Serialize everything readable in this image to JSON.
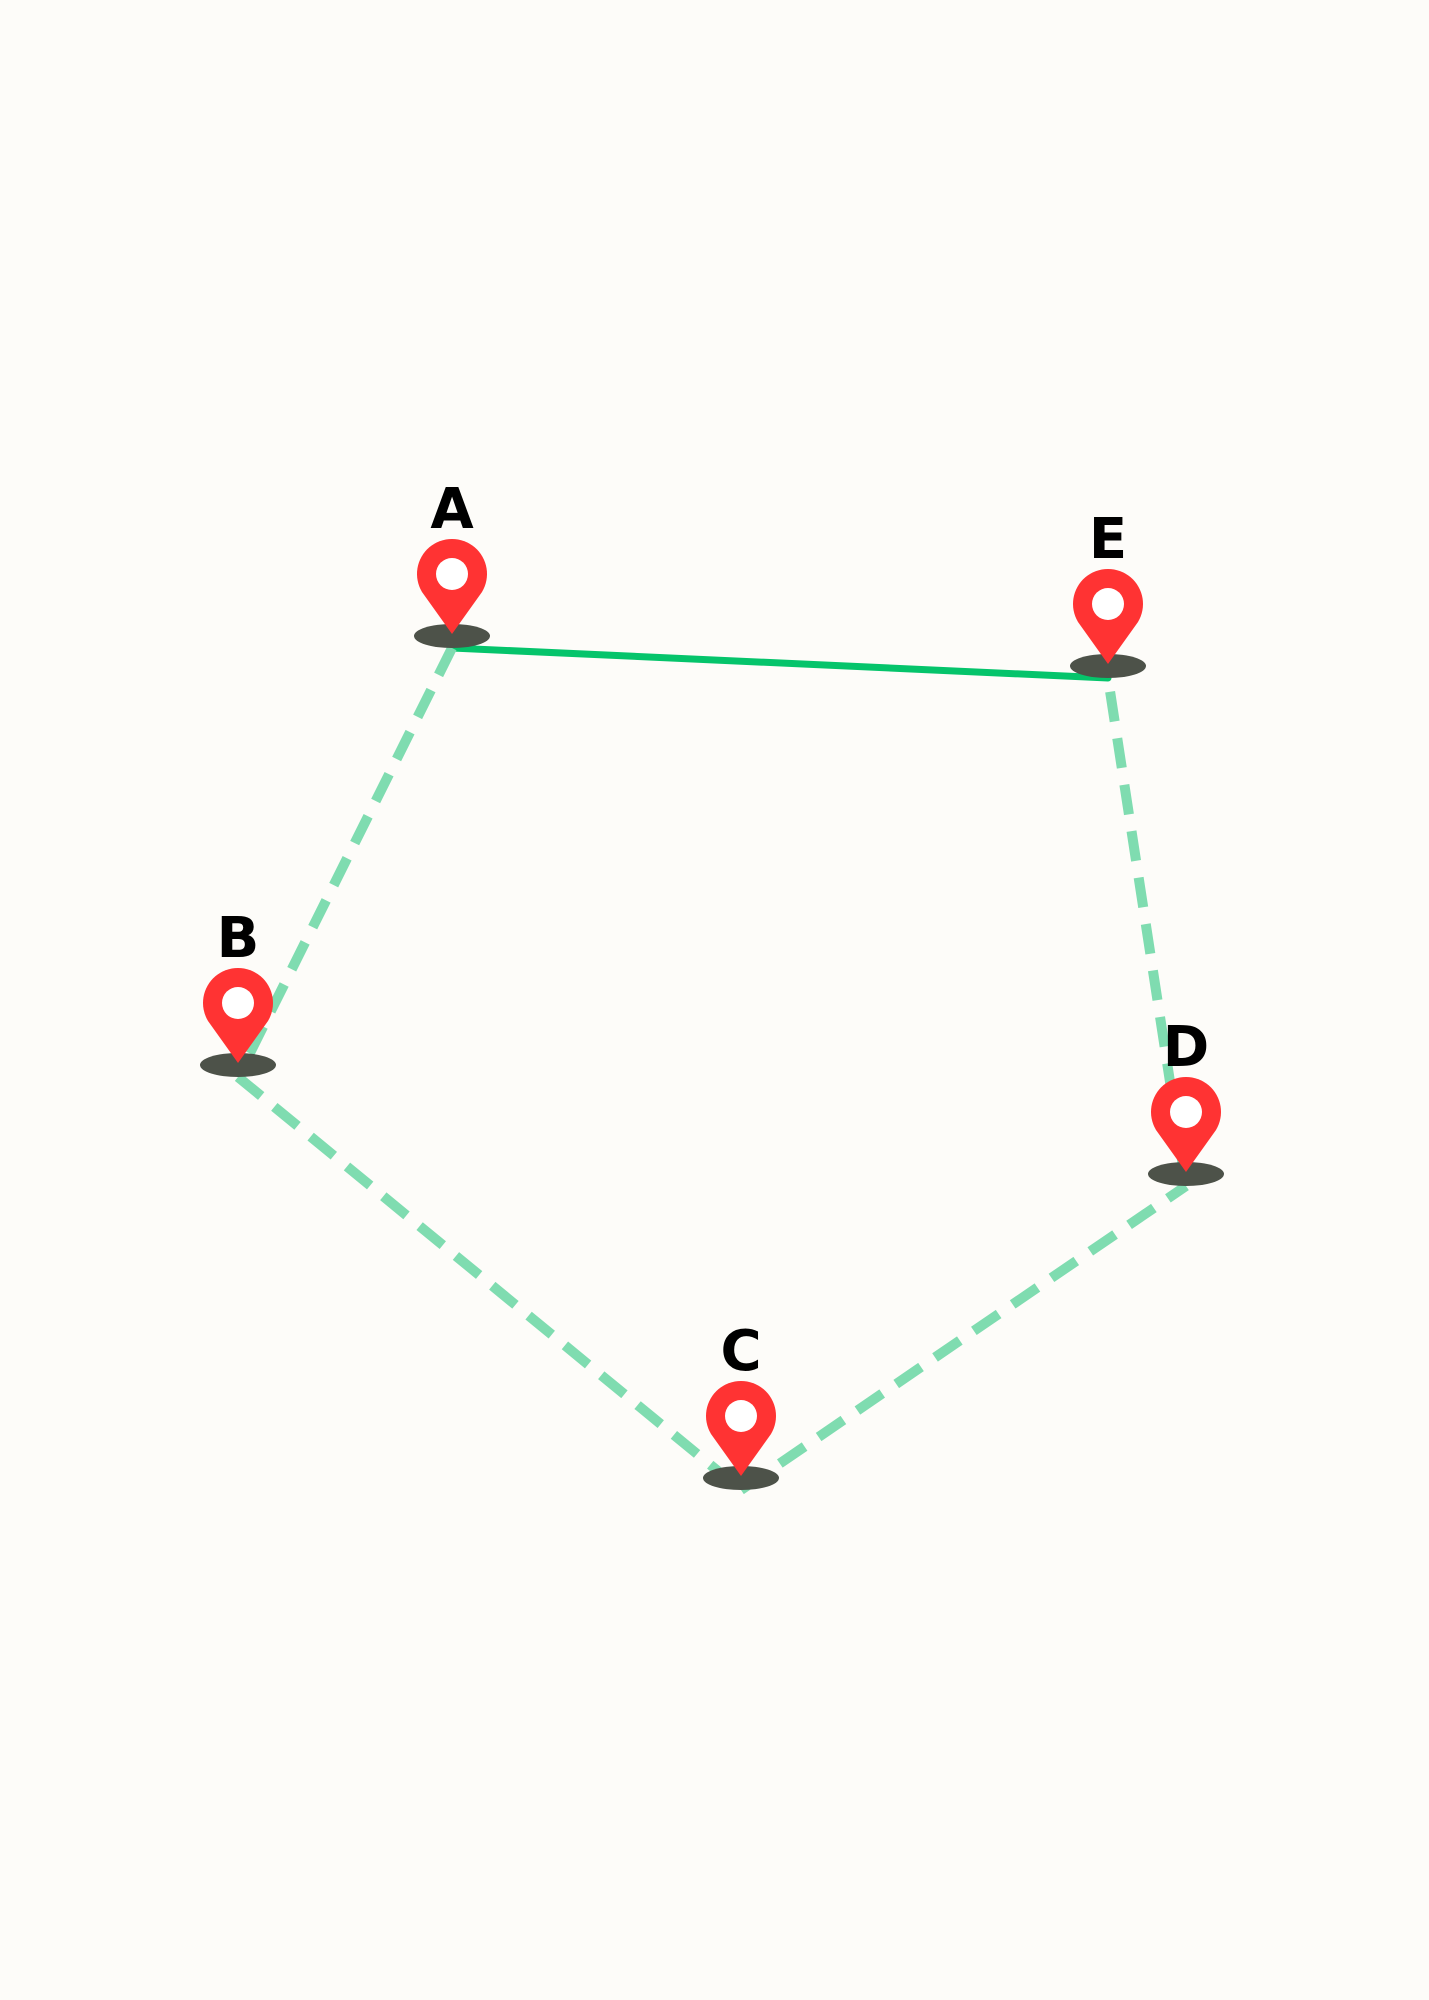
{
  "colors": {
    "background": "#fdfcf9",
    "pin": "#ff3333",
    "pin_inner": "#ffffff",
    "shadow": "#4d5249",
    "edge_solid": "#05c46b",
    "edge_dashed": "#7fdcb0",
    "label": "#000000"
  },
  "nodes": [
    {
      "id": "A",
      "label": "A"
    },
    {
      "id": "B",
      "label": "B"
    },
    {
      "id": "C",
      "label": "C"
    },
    {
      "id": "D",
      "label": "D"
    },
    {
      "id": "E",
      "label": "E"
    }
  ],
  "edges": [
    {
      "from": "A",
      "to": "E",
      "style": "solid"
    },
    {
      "from": "A",
      "to": "B",
      "style": "dashed"
    },
    {
      "from": "B",
      "to": "C",
      "style": "dashed"
    },
    {
      "from": "C",
      "to": "D",
      "style": "dashed"
    },
    {
      "from": "D",
      "to": "E",
      "style": "dashed"
    }
  ],
  "icons": {
    "marker": "map-pin-icon"
  }
}
